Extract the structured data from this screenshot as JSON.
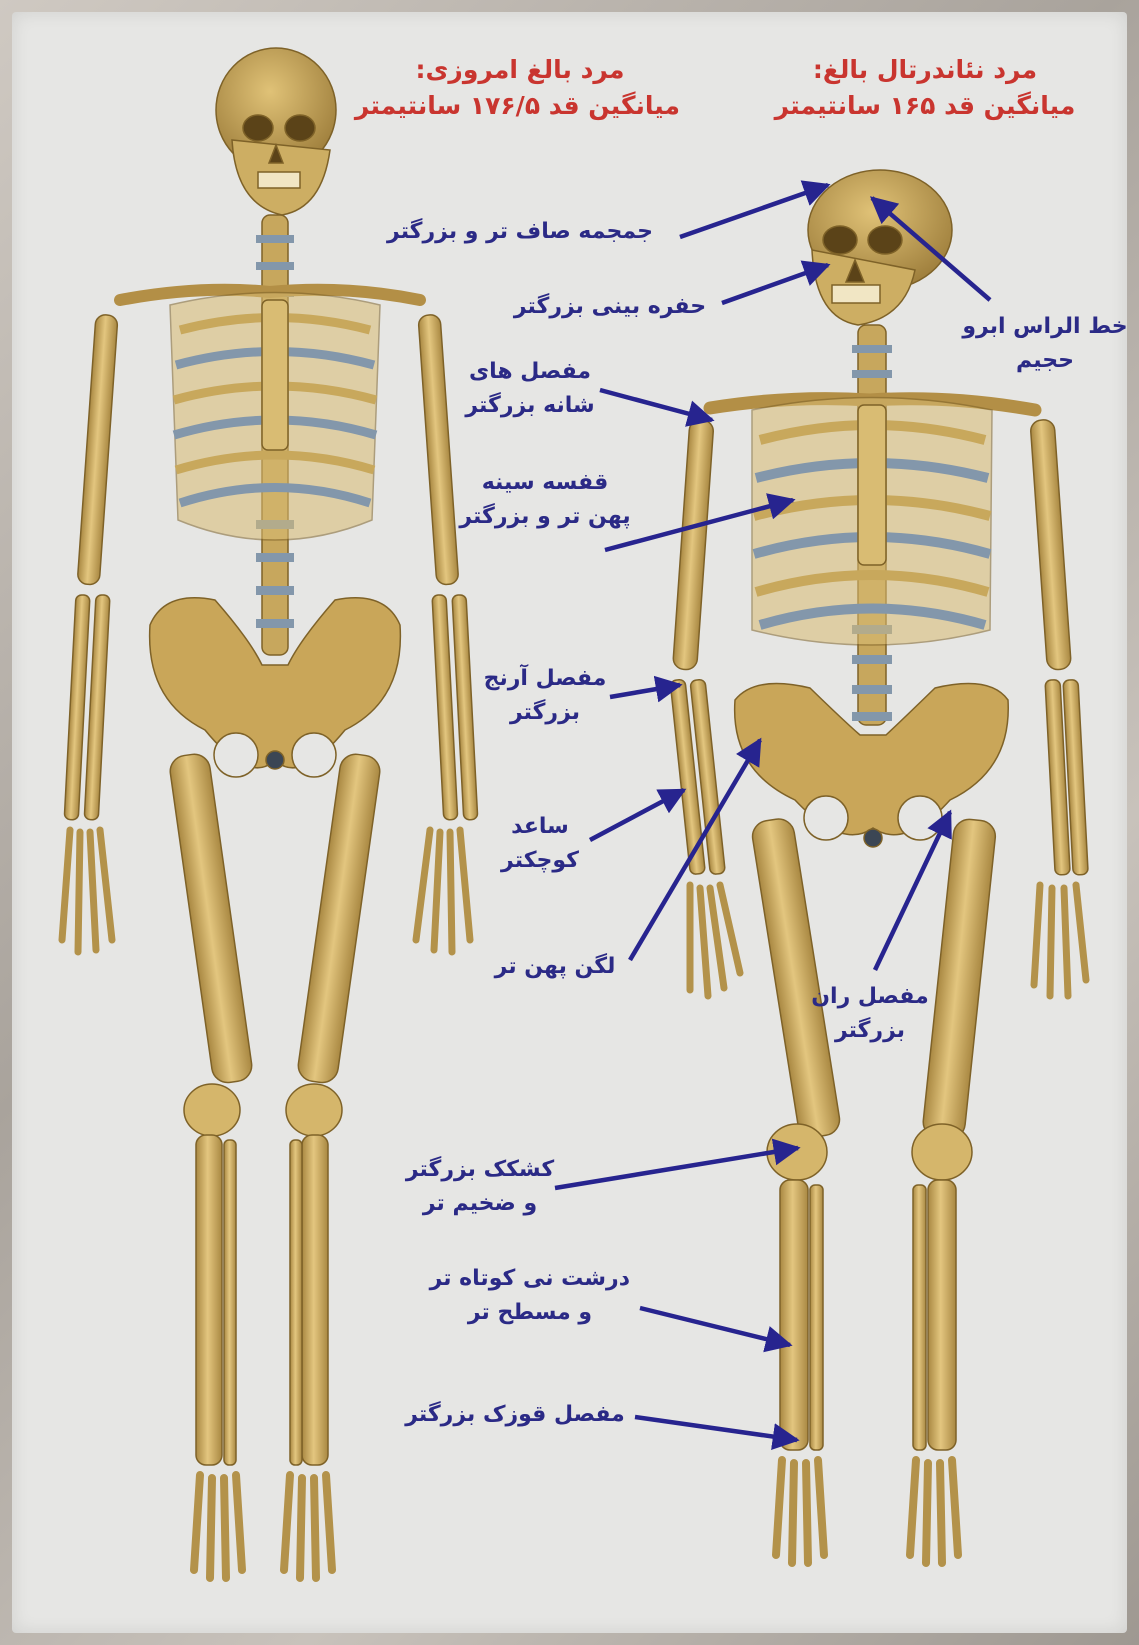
{
  "headers": {
    "modern": {
      "line1": "مرد بالغ امروزی:",
      "line2": "میانگین قد ۱۷۶/۵ سانتیمتر"
    },
    "neanderthal": {
      "line1": "مرد نئاندرتال بالغ:",
      "line2": "میانگین قد ۱۶۵ سانتیمتر"
    }
  },
  "labels": {
    "skull": "جمجمه صاف تر و بزرگتر",
    "nasal": "حفره بینی بزرگتر",
    "brow_1": "خط الراس ابرو",
    "brow_2": "حجیم",
    "shoulder_1": "مفصل های",
    "shoulder_2": "شانه بزرگتر",
    "ribcage_1": "قفسه سینه",
    "ribcage_2": "پهن تر و بزرگتر",
    "elbow_1": "مفصل آرنج",
    "elbow_2": "بزرگتر",
    "forearm_1": "ساعد",
    "forearm_2": "کوچکتر",
    "pelvis": "لگن پهن تر",
    "hip_1": "مفصل ران",
    "hip_2": "بزرگتر",
    "kneecap_1": "کشکک بزرگتر",
    "kneecap_2": "و ضخیم تر",
    "tibia_1": "درشت نی کوتاه تر",
    "tibia_2": "و مسطح تر",
    "ankle": "مفصل قوزک بزرگتر"
  },
  "colors": {
    "header_text": "#c9352f",
    "label_text": "#2b2a86",
    "arrow": "#27248f",
    "bone": "#d6b46a",
    "cartilage": "#7f93a8",
    "background": "#e6e6e4"
  },
  "icons": {
    "modern_skeleton": "skeleton-icon",
    "neanderthal_skeleton": "skeleton-icon"
  }
}
